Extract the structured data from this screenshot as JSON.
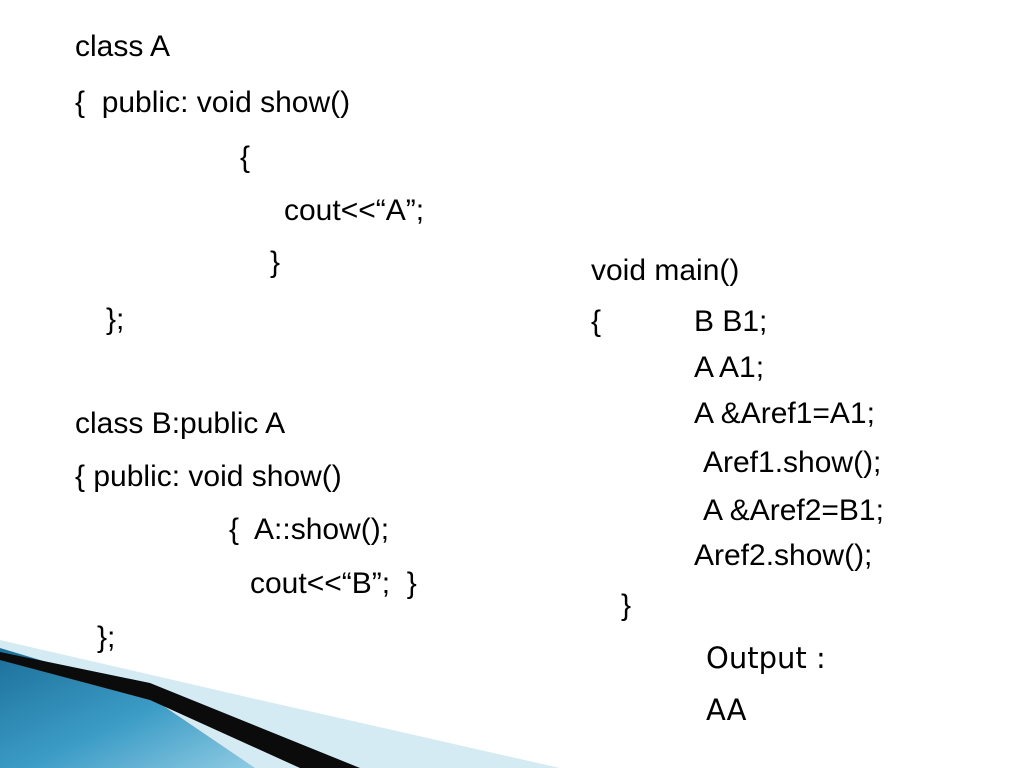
{
  "left_code": {
    "lines": [
      "class A",
      "{  public: void show()",
      "{",
      "cout<<“A”;",
      "}",
      "};",
      "class B:public A",
      "{ public: void show()",
      "{  A::show();",
      "cout<<“B”;  }",
      "};"
    ]
  },
  "right_code": {
    "lines": [
      "void main()",
      "{",
      "B B1;",
      "A A1;",
      "A &Aref1=A1;",
      "Aref1.show();",
      "A &Aref2=B1;",
      "Aref2.show();",
      "}"
    ]
  },
  "output": {
    "label": "Output :",
    "value": "AA"
  },
  "decoration": {
    "colors": {
      "dark_band": "#0b0b0b",
      "blue_dark": "#1b6f99",
      "blue_mid": "#3c9cc6",
      "blue_light": "#bfe0ee"
    }
  }
}
